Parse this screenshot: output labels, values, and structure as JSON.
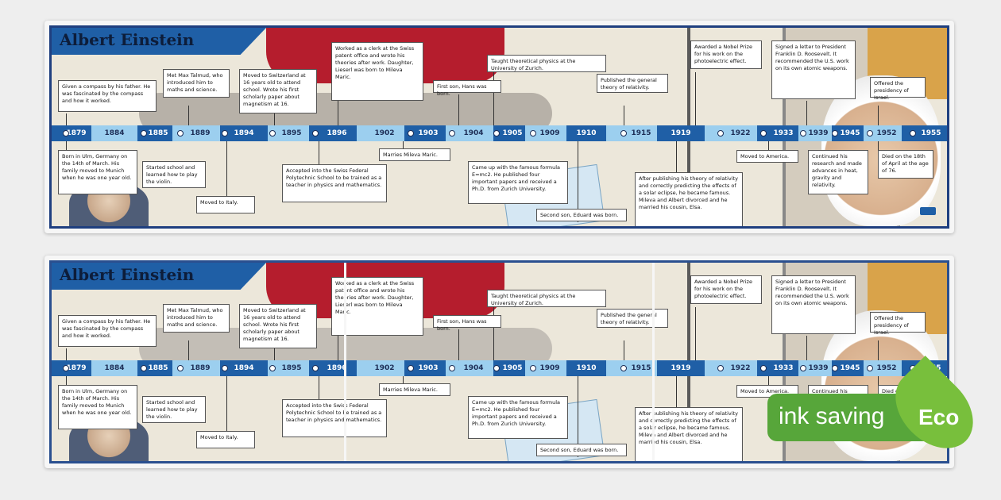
{
  "title": "Albert Einstein",
  "years": [
    "1879",
    "1884",
    "1885",
    "1889",
    "1894",
    "1895",
    "1896",
    "1902",
    "1903",
    "1904",
    "1905",
    "1909",
    "1910",
    "1915",
    "1919",
    "1922",
    "1933",
    "1939",
    "1945",
    "1952",
    "1955"
  ],
  "events": [
    "Given a compass by his father. He was fascinated by the compass and how it worked.",
    "Met Max Talmud, who introduced him to maths and science.",
    "Moved to Switzerland at 16 years old to attend school. Wrote his first scholarly paper about magnetism at 16.",
    "Worked as a clerk at the Swiss patent office and wrote his theories after work. Daughter, Lieserl was born to Mileva Maric.",
    "First son, Hans was born.",
    "Taught theoretical physics at the University of Zurich.",
    "Published the general theory of relativity.",
    "Awarded a Nobel Prize for his work on the photoelectric effect.",
    "Signed a letter to President Franklin D. Roosevelt. It recommended the U.S. work on its own atomic weapons.",
    "Offered the presidency of Israel.",
    "Born in Ulm, Germany on the 14th of March. His family moved to Munich when he was one year old.",
    "Started school and learned how to play the violin.",
    "Moved to Italy.",
    "Accepted into the Swiss Federal Polytechnic School to be trained as a teacher in physics and mathematics.",
    "Marries Mileva Maric.",
    "Came up with the famous formula E=mc2. He published four important papers and received a Ph.D. from Zurich University.",
    "Second son, Eduard was born.",
    "After publishing his theory of relativity and correctly predicting the effects of a solar eclipse, he became famous. Mileva and Albert divorced and he married his cousin, Elsa.",
    "Moved to America.",
    "Continued his research and made advances in heat, gravity and relativity.",
    "Died on the 18th of April at the age of 76."
  ],
  "eco": {
    "label": "ink saving",
    "word": "Eco"
  },
  "logo": "twinkl",
  "colors": {
    "navy": "#1f3f7f",
    "accent": "#1f5fa6",
    "timeline": "#9ccfef",
    "eco_green": "#57a63a"
  }
}
